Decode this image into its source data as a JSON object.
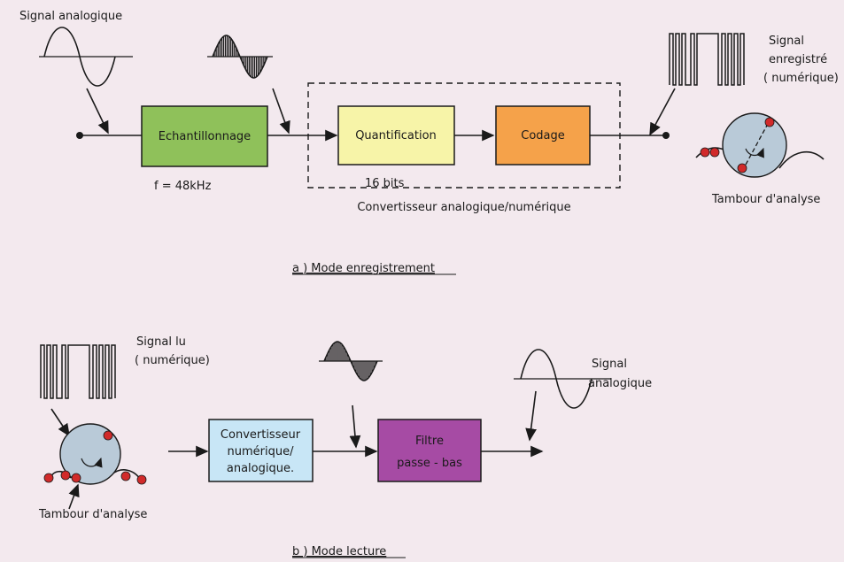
{
  "colors": {
    "background": "#f3e9ee",
    "echantillonnage": "#8fc15a",
    "quantification": "#f7f4a8",
    "codage": "#f5a24a",
    "convertisseur_na": "#c8e6f6",
    "filtre": "#a64ba4",
    "drum": "#b9cad8",
    "drum_dot": "#d12a2a"
  },
  "section_a": {
    "input_label": "Signal analogique",
    "echantillonnage": "Echantillonnage",
    "frequency": "f = 48kHz",
    "quantification": "Quantification",
    "codage": "Codage",
    "bits": "16 bits",
    "converter_label": "Convertisseur analogique/numérique",
    "output_label_1": "Signal",
    "output_label_2": "enregistré",
    "output_label_3": "( numérique)",
    "drum_label": "Tambour d'analyse",
    "caption": "a )  Mode enregistrement"
  },
  "section_b": {
    "input_label_1": "Signal lu",
    "input_label_2": "( numérique)",
    "drum_label": "Tambour d'analyse",
    "converter_line_1": "Convertisseur",
    "converter_line_2": "numérique/",
    "converter_line_3": "analogique.",
    "filter_line_1": "Filtre",
    "filter_line_2": "passe - bas",
    "output_label_1": "Signal",
    "output_label_2": "analogique",
    "caption": "b )  Mode lecture"
  }
}
